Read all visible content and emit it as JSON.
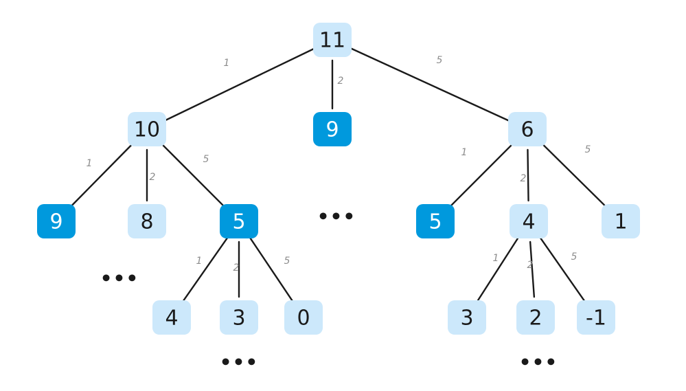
{
  "colors": {
    "node_fill": "#cce8fb",
    "highlight_fill": "#0099dd",
    "node_text": "#1a1a1a",
    "highlight_text": "#ffffff",
    "edge": "#1a1a1a",
    "edge_label": "#8c8c8c"
  },
  "nodes": [
    {
      "id": "root",
      "value": "11",
      "highlight": false
    },
    {
      "id": "n10",
      "value": "10",
      "highlight": false
    },
    {
      "id": "n9a",
      "value": "9",
      "highlight": true
    },
    {
      "id": "n6",
      "value": "6",
      "highlight": false
    },
    {
      "id": "n9b",
      "value": "9",
      "highlight": true
    },
    {
      "id": "n8",
      "value": "8",
      "highlight": false
    },
    {
      "id": "n5a",
      "value": "5",
      "highlight": true
    },
    {
      "id": "n5b",
      "value": "5",
      "highlight": true
    },
    {
      "id": "n4a",
      "value": "4",
      "highlight": false
    },
    {
      "id": "n1",
      "value": "1",
      "highlight": false
    },
    {
      "id": "n4b",
      "value": "4",
      "highlight": false
    },
    {
      "id": "n3a",
      "value": "3",
      "highlight": false
    },
    {
      "id": "n0",
      "value": "0",
      "highlight": false
    },
    {
      "id": "n3b",
      "value": "3",
      "highlight": false
    },
    {
      "id": "n2",
      "value": "2",
      "highlight": false
    },
    {
      "id": "nm1",
      "value": "-1",
      "highlight": false
    }
  ],
  "edges": [
    {
      "from": "root",
      "to": "n10",
      "label": "1"
    },
    {
      "from": "root",
      "to": "n9a",
      "label": "2"
    },
    {
      "from": "root",
      "to": "n6",
      "label": "5"
    },
    {
      "from": "n10",
      "to": "n9b",
      "label": "1"
    },
    {
      "from": "n10",
      "to": "n8",
      "label": "2"
    },
    {
      "from": "n10",
      "to": "n5a",
      "label": "5"
    },
    {
      "from": "n6",
      "to": "n5b",
      "label": "1"
    },
    {
      "from": "n6",
      "to": "n4a",
      "label": "2"
    },
    {
      "from": "n6",
      "to": "n1",
      "label": "5"
    },
    {
      "from": "n5a",
      "to": "n4b",
      "label": "1"
    },
    {
      "from": "n5a",
      "to": "n3a",
      "label": "2"
    },
    {
      "from": "n5a",
      "to": "n0",
      "label": "5"
    },
    {
      "from": "n4a",
      "to": "n3b",
      "label": "1"
    },
    {
      "from": "n4a",
      "to": "n2",
      "label": "2"
    },
    {
      "from": "n4a",
      "to": "nm1",
      "label": "5"
    }
  ],
  "ellipses": [
    {
      "id": "e-mid",
      "text": "•••"
    },
    {
      "id": "e-left",
      "text": "•••"
    },
    {
      "id": "e-bottom-left",
      "text": "•••"
    },
    {
      "id": "e-bottom-right",
      "text": "•••"
    }
  ]
}
